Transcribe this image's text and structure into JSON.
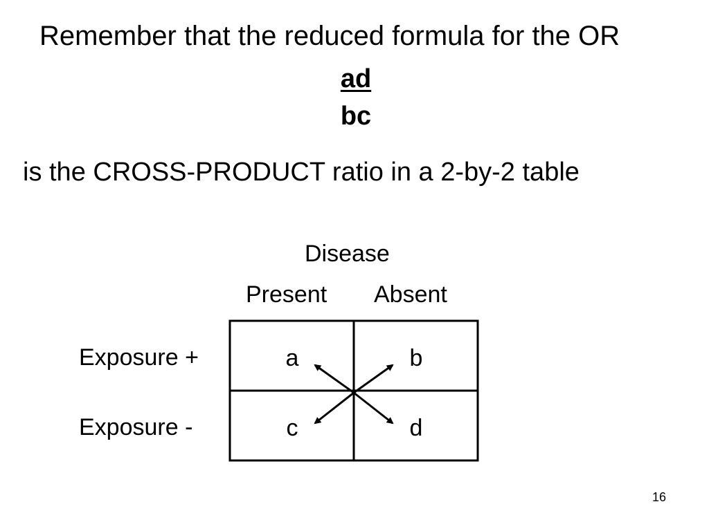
{
  "slide": {
    "title": "Remember that the reduced formula for the OR",
    "numerator": "ad",
    "denominator": "bc",
    "subtitle": "is the CROSS-PRODUCT ratio in a 2-by-2 table",
    "page_number": "16"
  },
  "table": {
    "column_group_label": "Disease",
    "column_labels": [
      "Present",
      "Absent"
    ],
    "row_labels": [
      "Exposure +",
      "Exposure -"
    ],
    "cells": [
      [
        "a",
        "b"
      ],
      [
        "c",
        "d"
      ]
    ]
  }
}
